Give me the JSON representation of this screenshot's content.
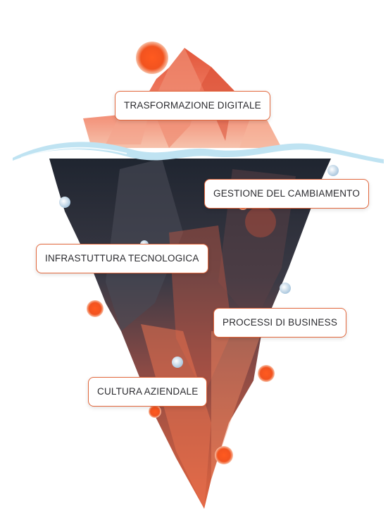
{
  "labels": [
    "TRASFORMAZIONE DIGITALE",
    "GESTIONE DEL CAMBIAMENTO",
    "INFRASTUTTURA TECNOLOGICA",
    "PROCESSI DI BUSINESS",
    "CULTURA AZIENDALE"
  ],
  "colors": {
    "accent": "#e2673c",
    "ice_above": "#e8745a",
    "ice_below": "#2b2f3a",
    "water_line": "#bfe3f2",
    "label_text": "#2a2a2e"
  }
}
